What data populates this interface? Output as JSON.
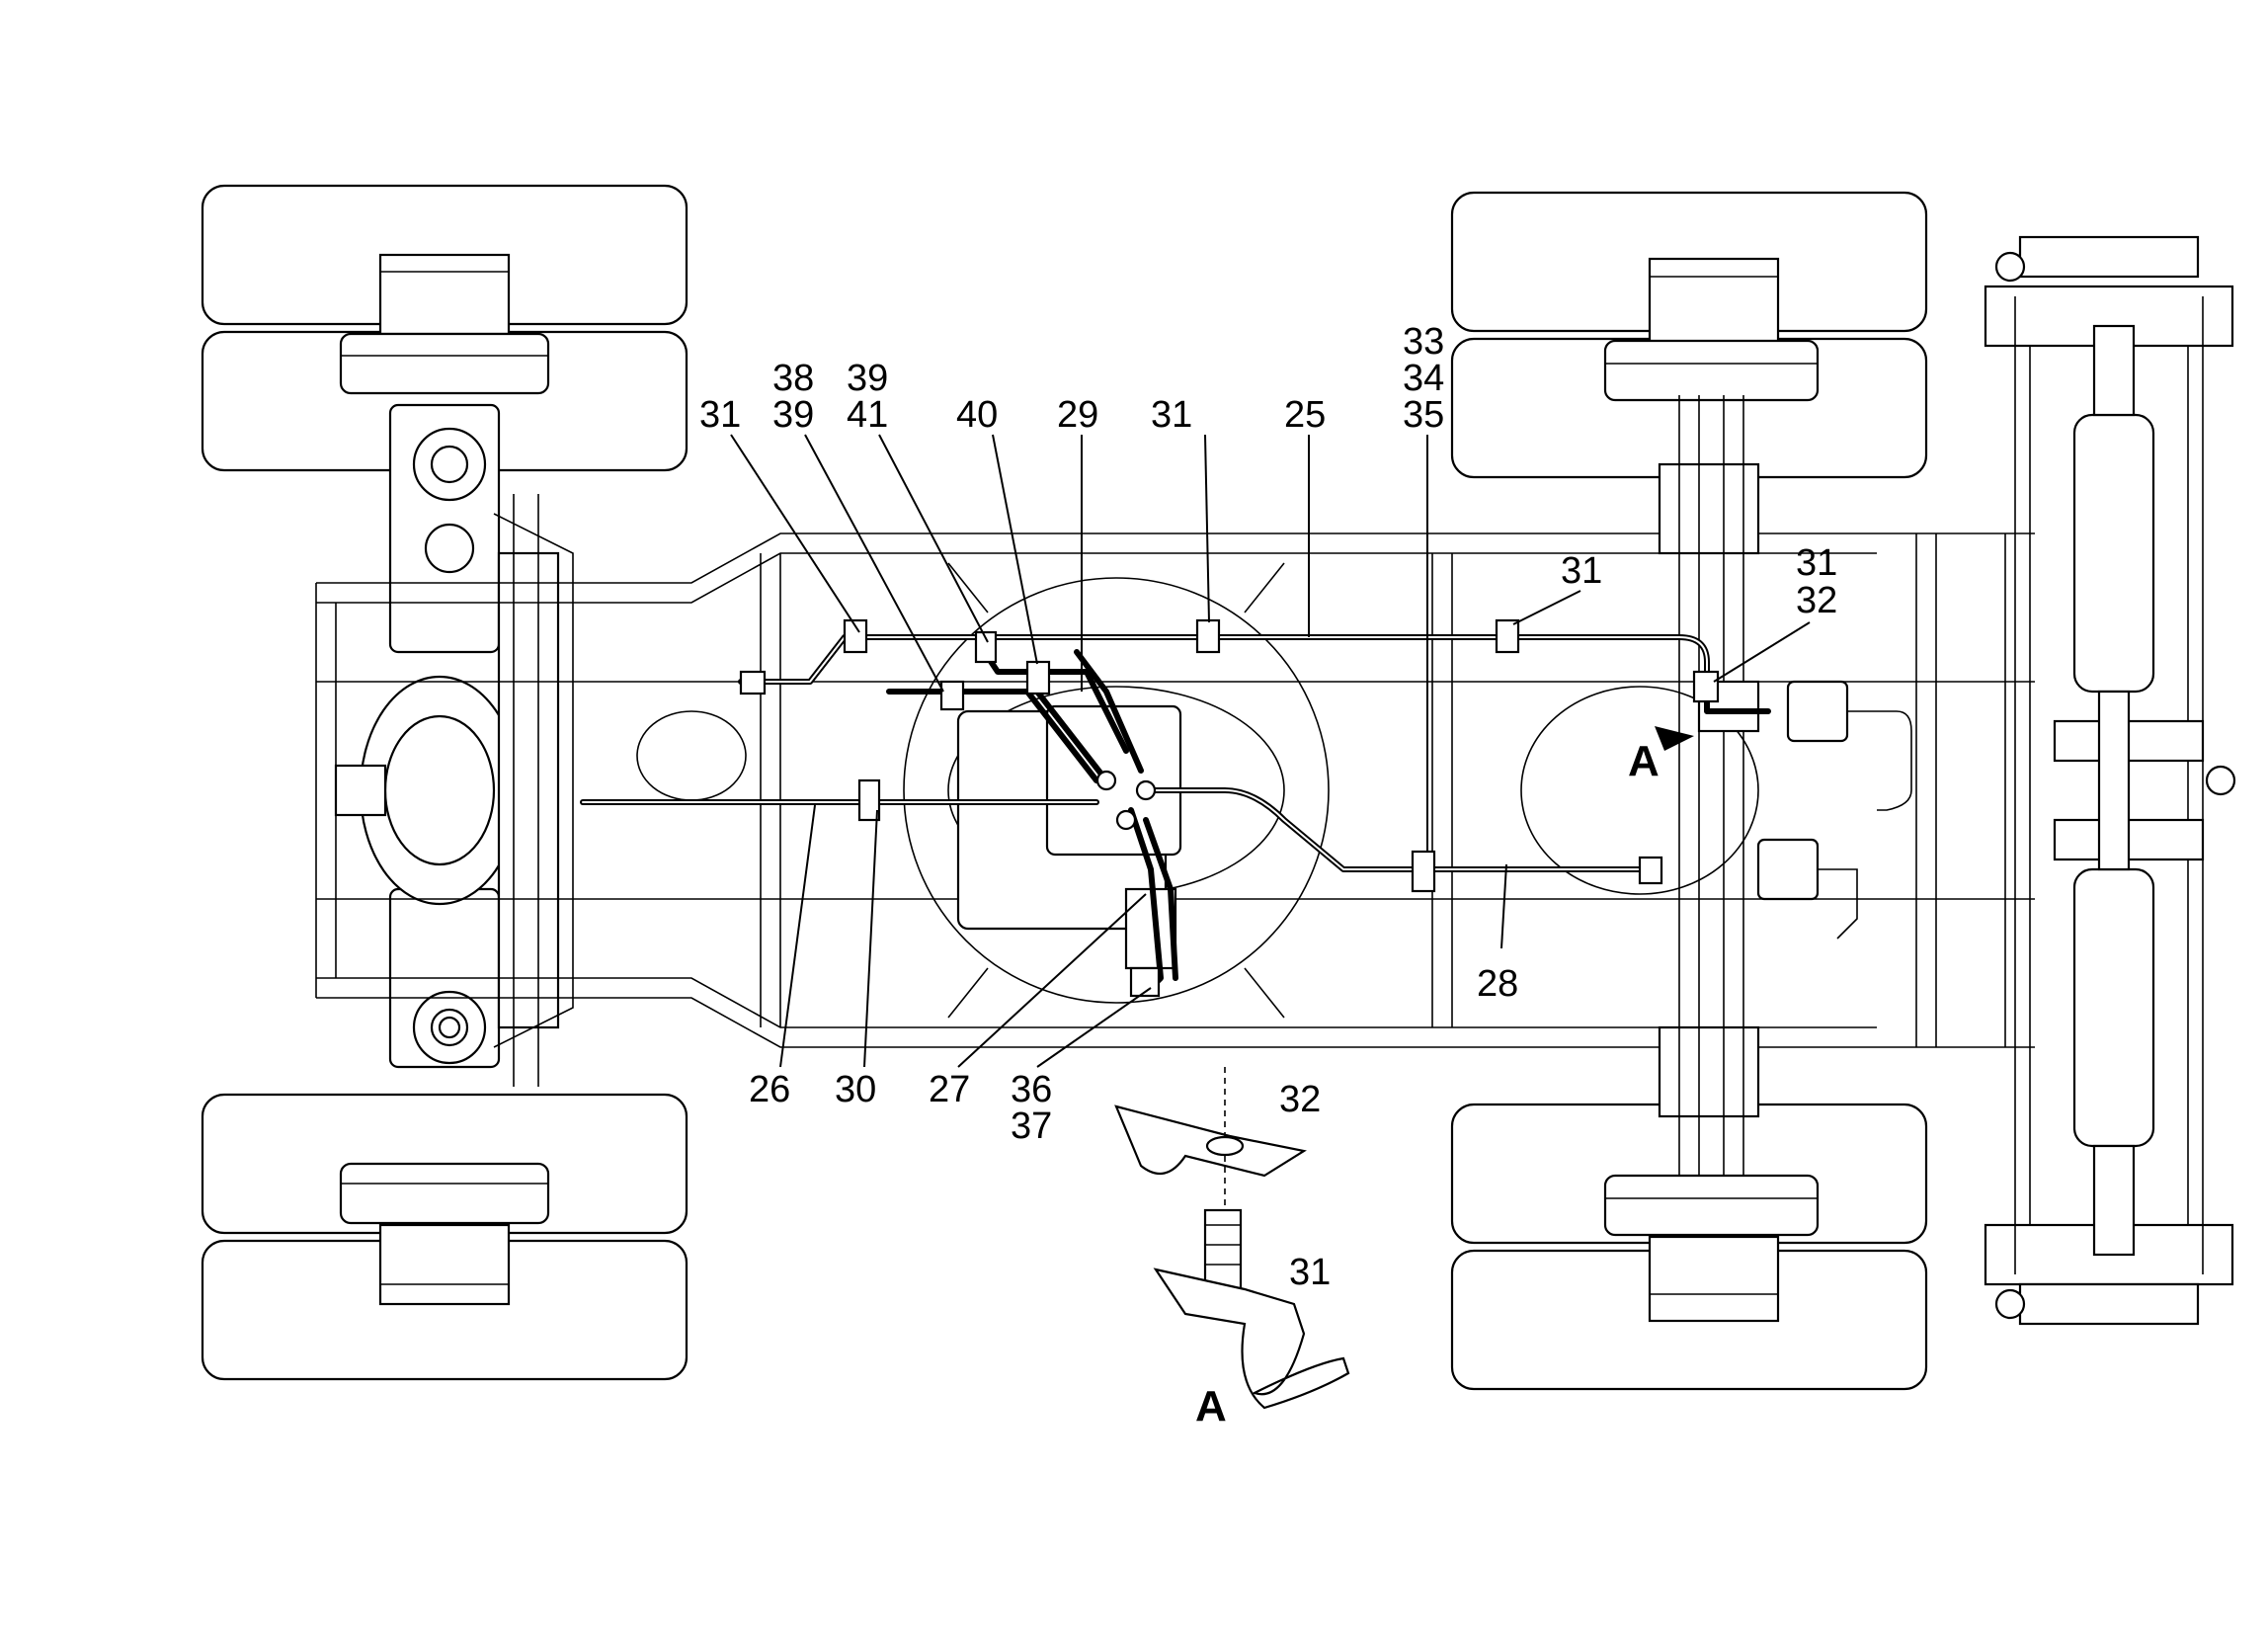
{
  "labels": {
    "p31a": "31",
    "p38": "38",
    "p39a": "39",
    "p39b": "39",
    "p41": "41",
    "p40": "40",
    "p29": "29",
    "p31b": "31",
    "p25": "25",
    "p33": "33",
    "p34": "34",
    "p35": "35",
    "p31c": "31",
    "p31d": "31",
    "p32a": "32",
    "p26": "26",
    "p30": "30",
    "p27": "27",
    "p36": "36",
    "p37": "37",
    "p28": "28",
    "p32b": "32",
    "p31e": "31",
    "viewA1": "A",
    "viewA2": "A"
  }
}
